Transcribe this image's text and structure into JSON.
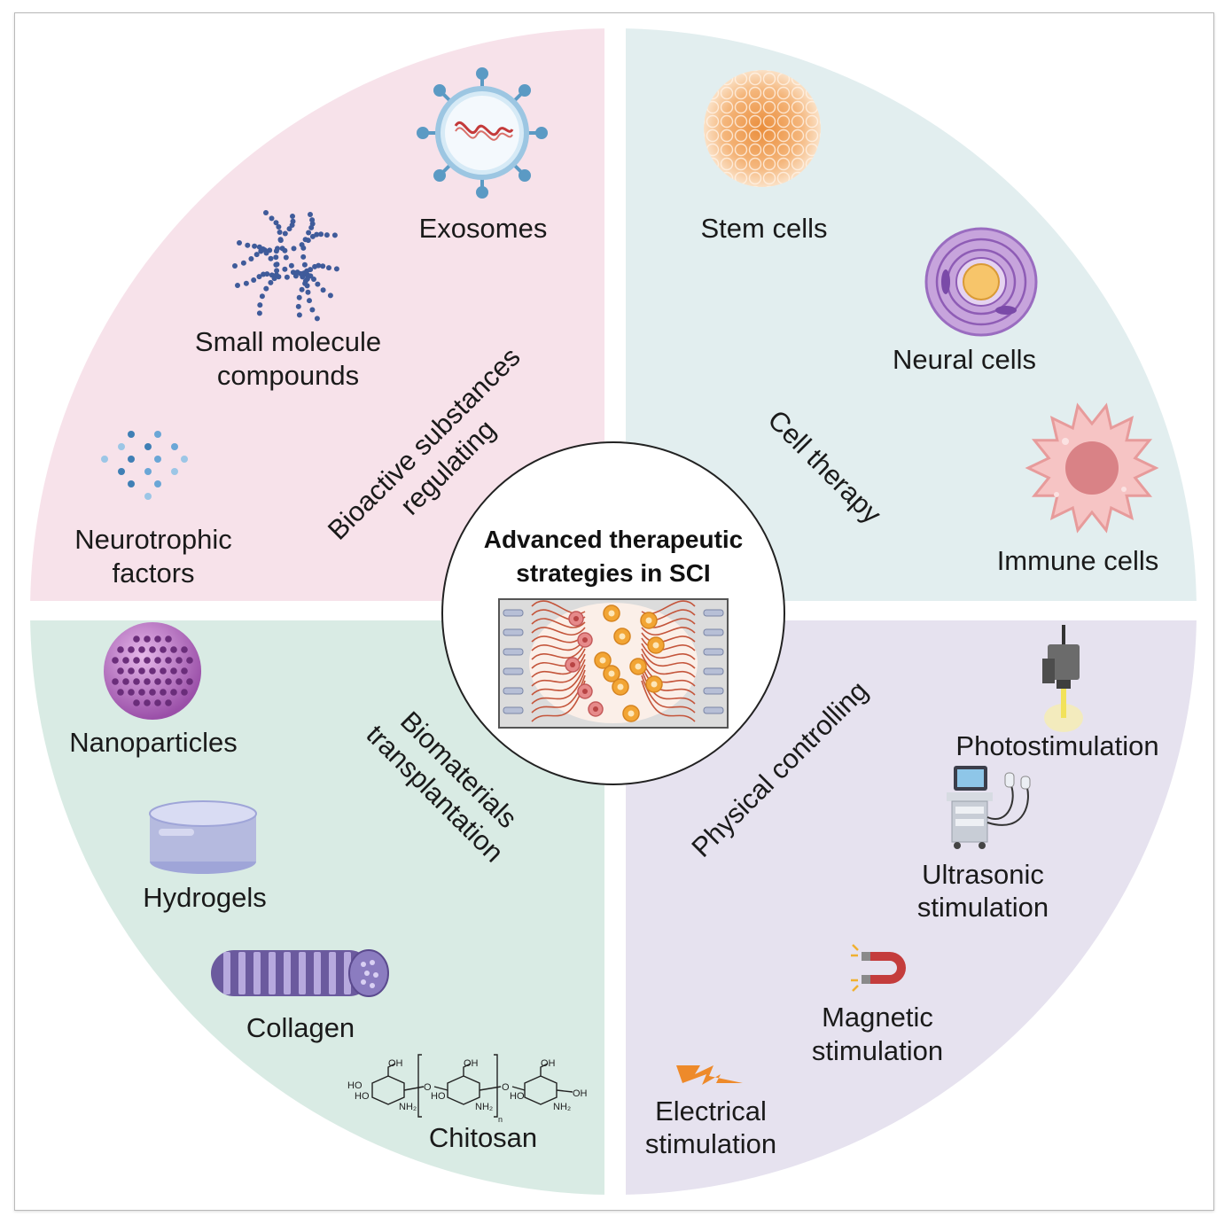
{
  "center": {
    "title_line1": "Advanced therapeutic",
    "title_line2": "strategies in SCI"
  },
  "quadrants": {
    "top_left": {
      "color": "#f7e2ea",
      "category_line1": "Bioactive substances",
      "category_line2": "regulating",
      "items": {
        "exosomes": "Exosomes",
        "small_molecule_line1": "Small molecule",
        "small_molecule_line2": "compounds",
        "neurotrophic_line1": "Neurotrophic",
        "neurotrophic_line2": "factors"
      }
    },
    "top_right": {
      "color": "#e2eeef",
      "category": "Cell therapy",
      "items": {
        "stem_cells": "Stem cells",
        "neural_cells": "Neural cells",
        "immune_cells": "Immune cells"
      }
    },
    "bottom_left": {
      "color": "#d9ebe4",
      "category_line1": "Biomaterials",
      "category_line2": "transplantation",
      "items": {
        "nanoparticles": "Nanoparticles",
        "hydrogels": "Hydrogels",
        "collagen": "Collagen",
        "chitosan": "Chitosan"
      },
      "chitosan_formula": {
        "oh": "OH",
        "ho": "HO",
        "nh2": "NH₂",
        "o": "O",
        "n": "n"
      }
    },
    "bottom_right": {
      "color": "#e6e2ef",
      "category": "Physical controlling",
      "items": {
        "photostimulation": "Photostimulation",
        "ultrasonic_line1": "Ultrasonic",
        "ultrasonic_line2": "stimulation",
        "magnetic_line1": "Magnetic",
        "magnetic_line2": "stimulation",
        "electrical_line1": "Electrical",
        "electrical_line2": "stimulation"
      }
    }
  },
  "icons": [
    "exosome-icon",
    "molecule-chain-icon",
    "neurotrophic-dots-icon",
    "stem-cell-icon",
    "neural-cell-icon",
    "immune-cell-icon",
    "nanoparticle-icon",
    "hydrogel-icon",
    "collagen-icon",
    "chitosan-structure-icon",
    "spinal-injury-icon",
    "photostimulation-icon",
    "ultrasound-machine-icon",
    "magnet-icon",
    "lightning-icon"
  ]
}
